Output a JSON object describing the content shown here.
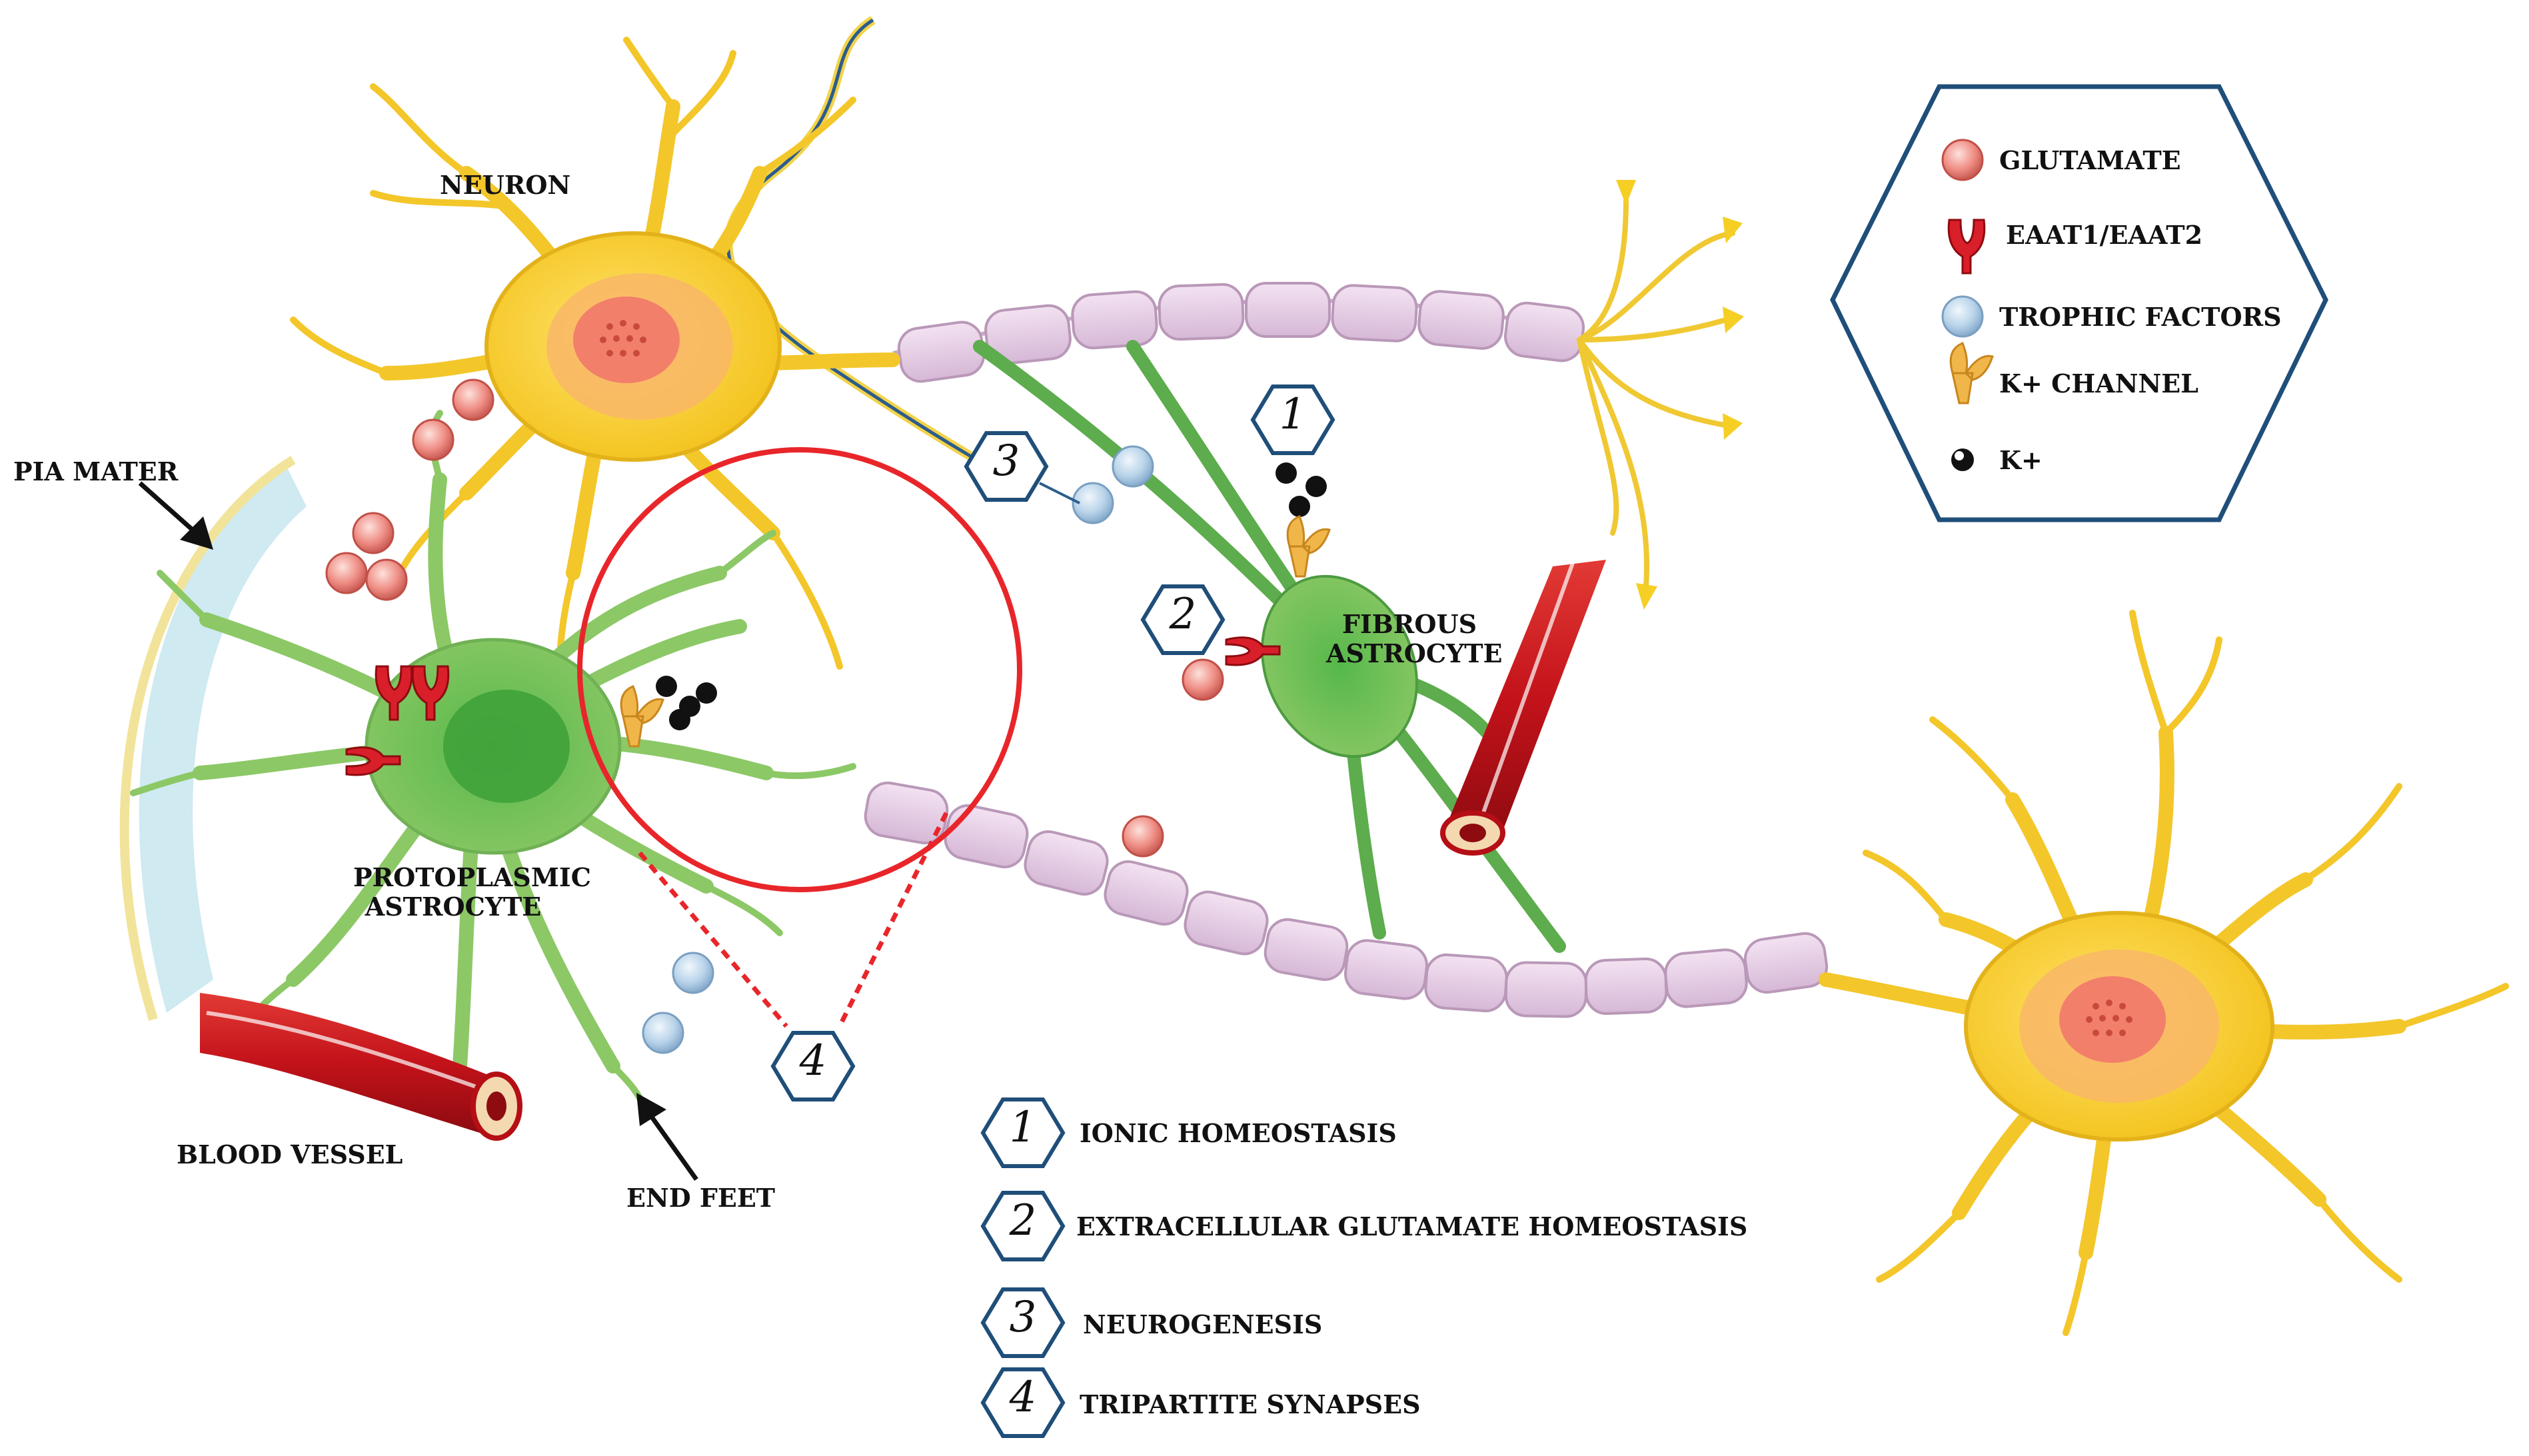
{
  "labels": {
    "neuron": "NEURON",
    "pia_mater": "PIA MATER",
    "protoplasmic_1": "PROTOPLASMIC",
    "protoplasmic_2": "ASTROCYTE",
    "fibrous_1": "FIBROUS",
    "fibrous_2": "ASTROCYTE",
    "blood_vessel": "BLOOD VESSEL",
    "end_feet": "END FEET"
  },
  "markers": {
    "m1": "1",
    "m2": "2",
    "m3": "3",
    "m4": "4"
  },
  "legend": {
    "glutamate": "GLUTAMATE",
    "eaat": "EAAT1/EAAT2",
    "trophic": "TROPHIC FACTORS",
    "k_channel": "K+ CHANNEL",
    "k_ion": "K+"
  },
  "functions": [
    {
      "num": "1",
      "label": "IONIC HOMEOSTASIS"
    },
    {
      "num": "2",
      "label": "EXTRACELLULAR GLUTAMATE HOMEOSTASIS"
    },
    {
      "num": "3",
      "label": "NEUROGENESIS"
    },
    {
      "num": "4",
      "label": "TRIPARTITE SYNAPSES"
    }
  ],
  "colors": {
    "neuron": "#f7d23e",
    "astrocyte": "#7fbf5a",
    "myelin": "#e7cde6",
    "vessel": "#d3151a",
    "hex_outline": "#1f4e79",
    "circle": "#e8262a"
  }
}
